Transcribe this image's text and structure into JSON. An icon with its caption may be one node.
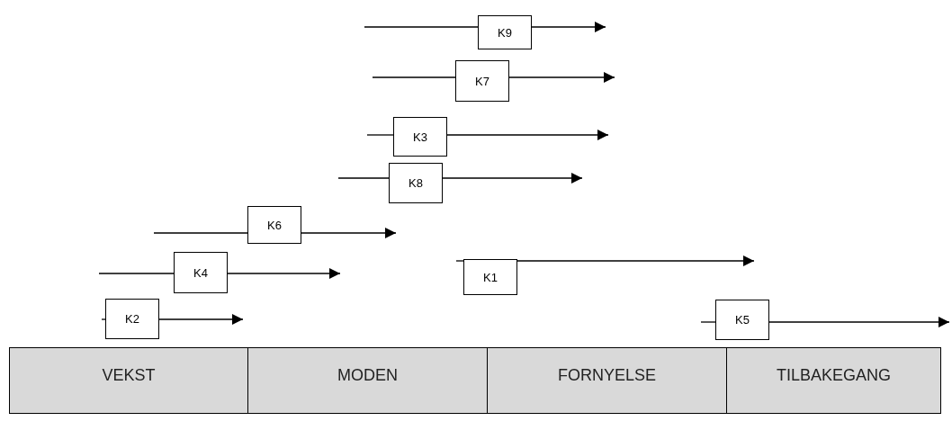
{
  "diagram": {
    "nodes": [
      {
        "text": [
          "K9"
        ]
      },
      {
        "text": [
          "K7"
        ]
      },
      {
        "text": [
          "K3"
        ]
      },
      {
        "text": [
          "K8"
        ]
      },
      {
        "text": [
          "K6"
        ]
      },
      {
        "text": [
          "K4"
        ]
      },
      {
        "text": [
          "K1"
        ]
      },
      {
        "text": [
          "K2"
        ]
      },
      {
        "text": [
          "K5"
        ]
      },
      {
        "text": [
          "VEKST"
        ]
      },
      {
        "text": [
          "MODEN"
        ]
      },
      {
        "text": [
          "FORNYELSE"
        ]
      },
      {
        "text": [
          "TILBAKEGANG"
        ]
      }
    ],
    "edges": [
      {
        "from": null,
        "to": 0,
        "arrow": "none"
      },
      {
        "from": 0,
        "to": null,
        "arrow": "to"
      },
      {
        "from": null,
        "to": 1,
        "arrow": "none"
      },
      {
        "from": 1,
        "to": null,
        "arrow": "to"
      },
      {
        "from": null,
        "to": 2,
        "arrow": "none"
      },
      {
        "from": 2,
        "to": null,
        "arrow": "to"
      },
      {
        "from": null,
        "to": 3,
        "arrow": "none"
      },
      {
        "from": 3,
        "to": null,
        "arrow": "to"
      },
      {
        "from": null,
        "to": 4,
        "arrow": "none"
      },
      {
        "from": 4,
        "to": null,
        "arrow": "to"
      },
      {
        "from": null,
        "to": 5,
        "arrow": "none"
      },
      {
        "from": 5,
        "to": null,
        "arrow": "to"
      },
      {
        "from": null,
        "to": 6,
        "arrow": "none"
      },
      {
        "from": 6,
        "to": null,
        "arrow": "to"
      },
      {
        "from": null,
        "to": 7,
        "arrow": "none"
      },
      {
        "from": 7,
        "to": null,
        "arrow": "to"
      },
      {
        "from": null,
        "to": 8,
        "arrow": "none"
      },
      {
        "from": 8,
        "to": null,
        "arrow": "to"
      }
    ]
  }
}
